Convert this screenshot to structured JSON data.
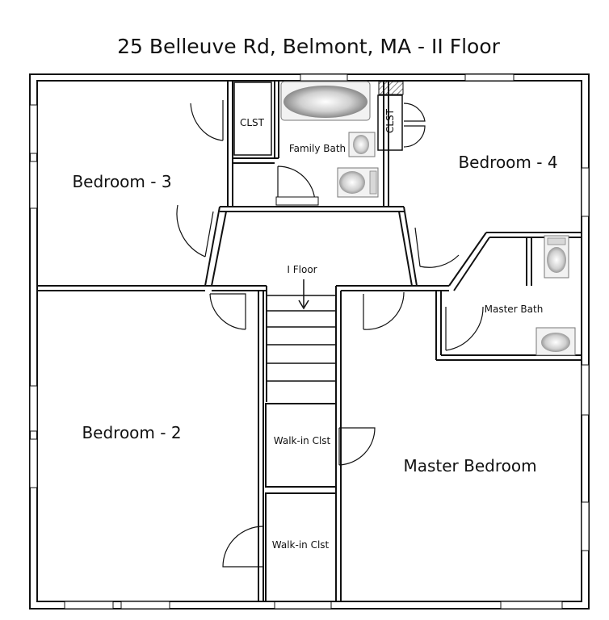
{
  "title": "25 Belleuve Rd, Belmont, MA - II Floor",
  "rooms": {
    "bedroom3": "Bedroom - 3",
    "bedroom4": "Bedroom - 4",
    "bedroom2": "Bedroom - 2",
    "master_bedroom": "Master Bedroom",
    "family_bath": "Family Bath",
    "master_bath": "Master Bath",
    "clst_left": "CLST",
    "clst_right": "CLST",
    "walkin_upper": "Walk-in Clst",
    "walkin_lower": "Walk-in Clst",
    "stairs_label": "I Floor"
  },
  "colors": {
    "wall": "#111111",
    "background": "#ffffff",
    "fixture": "#d9d9d9"
  }
}
